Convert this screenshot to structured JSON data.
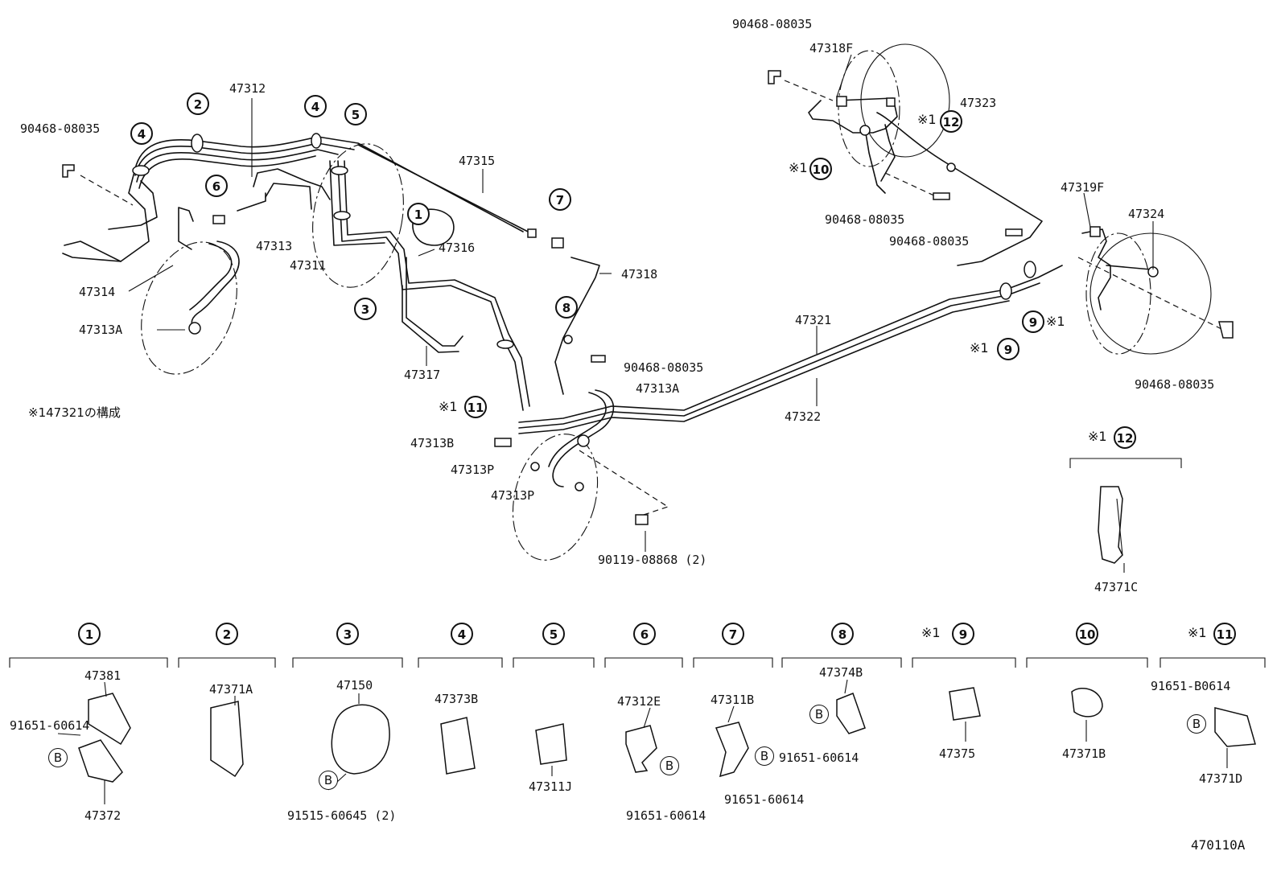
{
  "diagram_code": "470110A",
  "note": "※147321の構成",
  "star": "※1",
  "B": "B",
  "circled": {
    "c1": "1",
    "c2": "2",
    "c3": "3",
    "c4": "4",
    "c5": "5",
    "c6": "6",
    "c7": "7",
    "c8": "8",
    "c9": "9",
    "c10": "10",
    "c11": "11",
    "c12": "12"
  },
  "parts": {
    "p90468_08035": "90468-08035",
    "p47312": "47312",
    "p47315": "47315",
    "p47313": "47313",
    "p47311": "47311",
    "p47314": "47314",
    "p47313A": "47313A",
    "p47316": "47316",
    "p47318": "47318",
    "p47317": "47317",
    "p47313B": "47313B",
    "p47313P": "47313P",
    "p90119_08868": "90119-08868 (2)",
    "p47318F": "47318F",
    "p47323": "47323",
    "p47319F": "47319F",
    "p47324": "47324",
    "p47321": "47321",
    "p47322": "47322",
    "p47371C": "47371C",
    "p47381": "47381",
    "p91651_60614": "91651-60614",
    "p47372": "47372",
    "p47371A": "47371A",
    "p47150": "47150",
    "p91515_60645": "91515-60645 (2)",
    "p47373B": "47373B",
    "p47311J": "47311J",
    "p47312E": "47312E",
    "p47311B": "47311B",
    "p47374B": "47374B",
    "p47375": "47375",
    "p47371B": "47371B",
    "p91651_B0614": "91651-B0614",
    "p47371D": "47371D"
  }
}
